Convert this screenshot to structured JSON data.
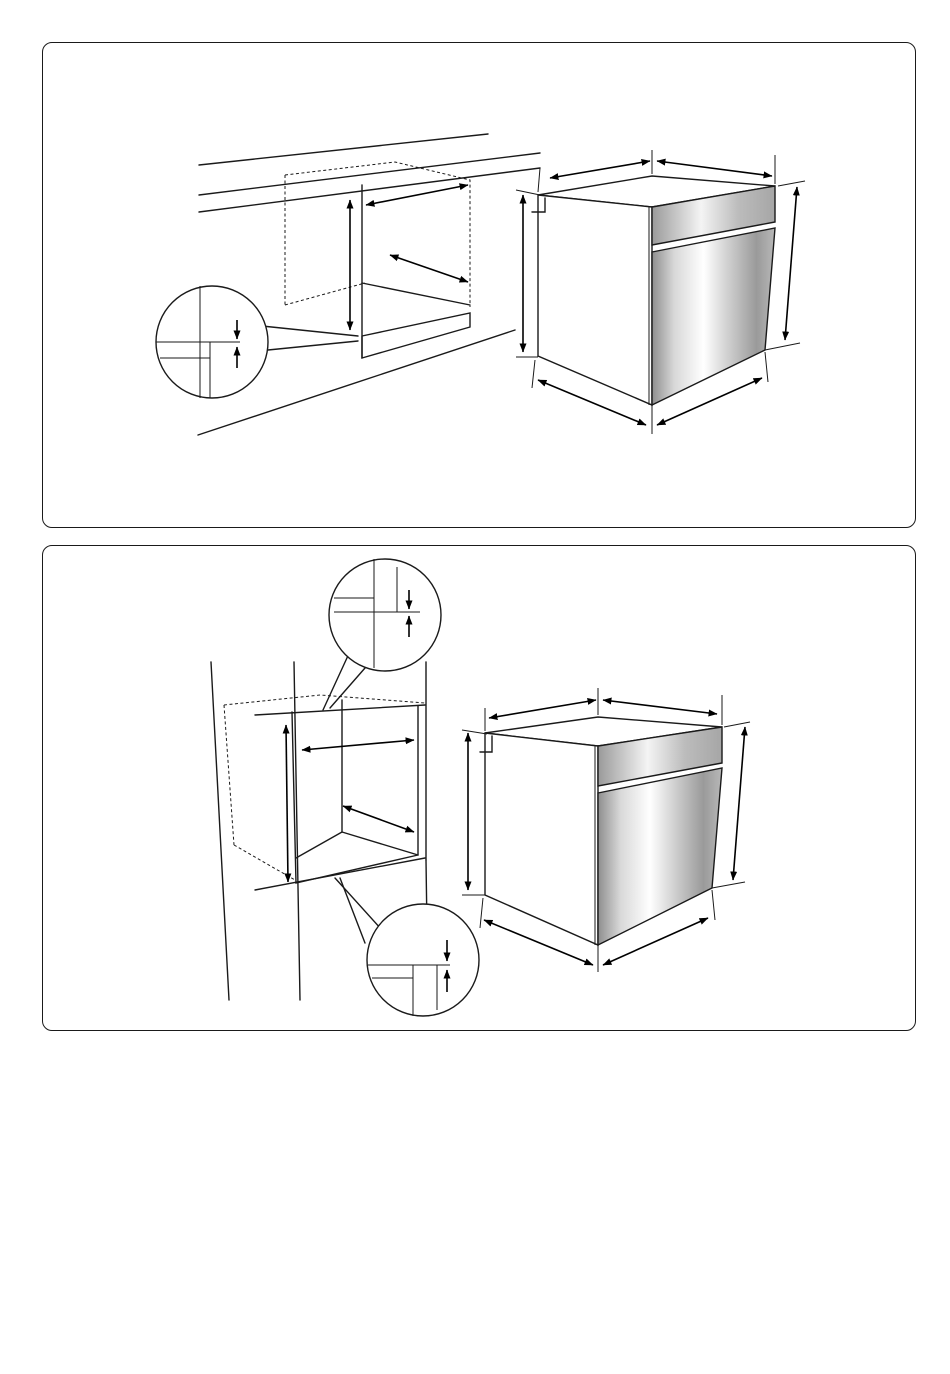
{
  "diagrams": [
    {
      "id": "under-counter-installation",
      "oven_finish": "stainless-steel"
    },
    {
      "id": "tall-column-installation",
      "oven_finish": "stainless-steel"
    }
  ],
  "colors": {
    "line": "#1a1a1a",
    "steel_light": "#f2f2f2",
    "steel_dark": "#8c8c8c"
  }
}
